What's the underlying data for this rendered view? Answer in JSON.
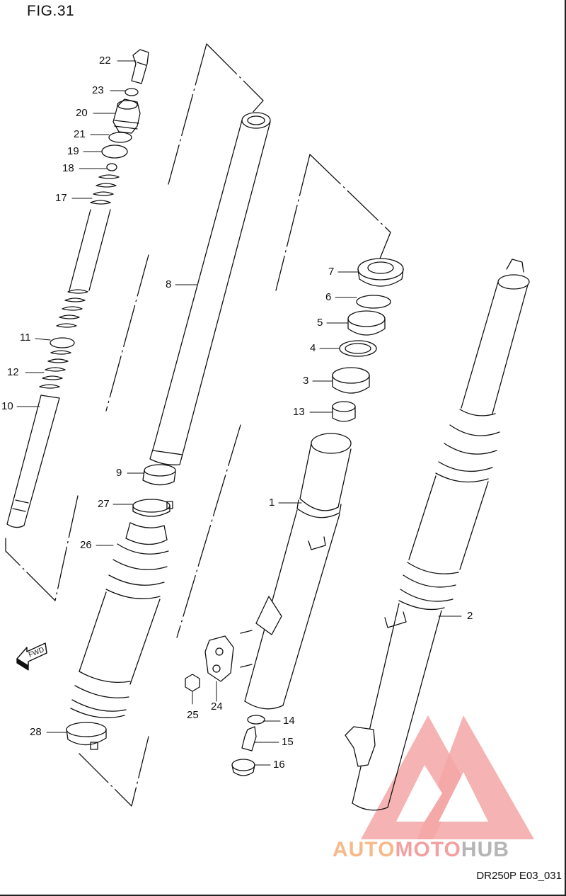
{
  "figure": {
    "title": "FIG.31",
    "drawing_code": "DR250P E03_031"
  },
  "watermark": {
    "part1": "AUTO",
    "part2": "MOTO",
    "part3": "HUB",
    "colors": {
      "auto": "#f7b98a",
      "moto": "#f2a0a0",
      "hub": "#b5b5b5",
      "logo": "#f08a8a"
    }
  },
  "direction_arrow": {
    "label": "FWD"
  },
  "callouts": [
    {
      "id": "22",
      "label": "22"
    },
    {
      "id": "23",
      "label": "23"
    },
    {
      "id": "20",
      "label": "20"
    },
    {
      "id": "21",
      "label": "21"
    },
    {
      "id": "19",
      "label": "19"
    },
    {
      "id": "18",
      "label": "18"
    },
    {
      "id": "17",
      "label": "17"
    },
    {
      "id": "11",
      "label": "11"
    },
    {
      "id": "12",
      "label": "12"
    },
    {
      "id": "10",
      "label": "10"
    },
    {
      "id": "8",
      "label": "8"
    },
    {
      "id": "9",
      "label": "9"
    },
    {
      "id": "27",
      "label": "27"
    },
    {
      "id": "26",
      "label": "26"
    },
    {
      "id": "28",
      "label": "28"
    },
    {
      "id": "7",
      "label": "7"
    },
    {
      "id": "6",
      "label": "6"
    },
    {
      "id": "5",
      "label": "5"
    },
    {
      "id": "4",
      "label": "4"
    },
    {
      "id": "3",
      "label": "3"
    },
    {
      "id": "13",
      "label": "13"
    },
    {
      "id": "1",
      "label": "1"
    },
    {
      "id": "2",
      "label": "2"
    },
    {
      "id": "25",
      "label": "25"
    },
    {
      "id": "24",
      "label": "24"
    },
    {
      "id": "14",
      "label": "14"
    },
    {
      "id": "15",
      "label": "15"
    },
    {
      "id": "16",
      "label": "16"
    }
  ]
}
